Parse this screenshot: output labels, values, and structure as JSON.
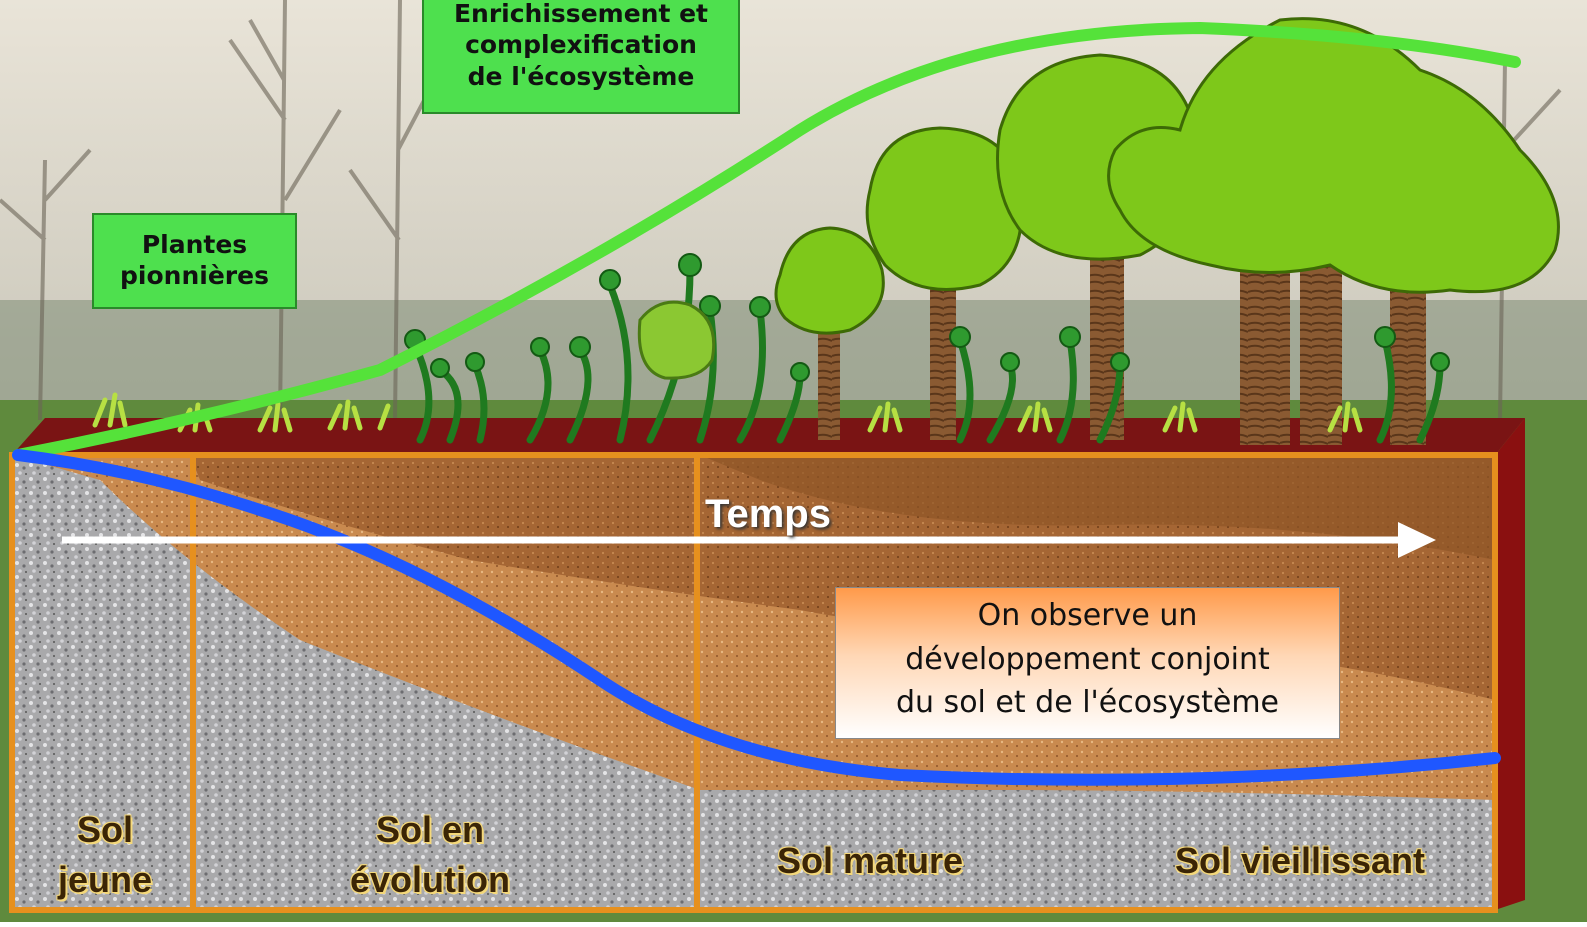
{
  "labels": {
    "pioneer": [
      "Plantes",
      "pionnières"
    ],
    "enrichment": [
      "Enrichissement et",
      "complexification",
      "de l'écosystème"
    ],
    "time": "Temps",
    "observation": [
      "On observe un",
      "développement conjoint",
      "du sol et de l'écosystème"
    ]
  },
  "soil_stages": [
    [
      "Sol",
      "jeune"
    ],
    [
      "Sol en",
      "évolution"
    ],
    [
      "Sol mature"
    ],
    [
      "Sol vieillissant"
    ]
  ],
  "colors": {
    "ecosystem_curve": "#55e23a",
    "soil_curve": "#1f57ff",
    "frame": "#e6901e",
    "grass": "#b7e043",
    "foliage": "#7ec81a",
    "trunk": "#7a4a22"
  }
}
